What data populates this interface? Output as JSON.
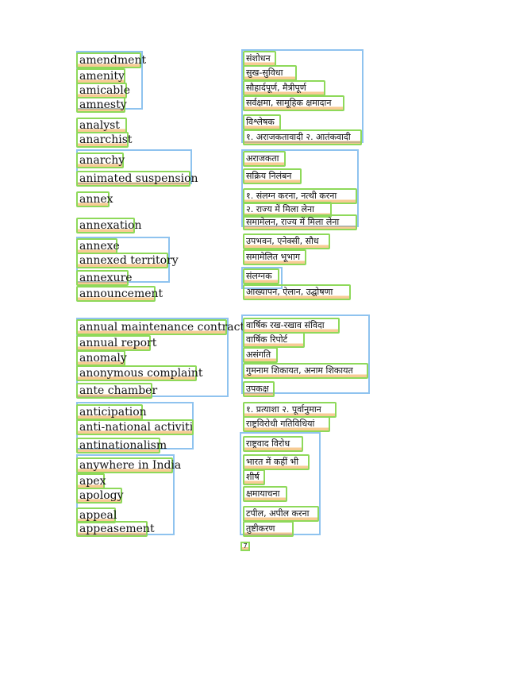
{
  "english": [
    "amendment",
    "amenity",
    "amicable",
    "amnesty",
    "analyst",
    "anarchist",
    "anarchy",
    "animated suspension",
    "annex",
    "annexation",
    "annexe",
    "annexed territory",
    "annexure",
    "announcement",
    "annual maintenance contract",
    "annual report",
    "anomaly",
    "anonymous complaint",
    "ante chamber",
    "anticipation",
    "anti-national activities",
    "antinationalism",
    "anywhere in India",
    "apex",
    "apology",
    "appeal",
    "appeasement"
  ],
  "hindi": [
    "संशोधन",
    "सुख-सुविधा",
    "सौहार्दपूर्ण, मैत्रीपूर्ण",
    "सर्वक्षमा, सामूहिक क्षमादान",
    "विश्लेषक",
    "१. अराजकतावादी २. आतंकवादी",
    "अराजकता",
    "सक्रिय निलंबन",
    "१. संलग्न करना, नत्थी करना",
    "२. राज्य में मिला लेना",
    "समामेलन, राज्य में मिला लेना",
    "उपभवन, एनेक्सी, सौध",
    "समामेलित भूभाग",
    "संलग्नक",
    "आख्यापन, ऐलान, उद्घोषणा",
    "वार्षिक रख-रखाव संविदा",
    "वार्षिक रिपोर्ट",
    "असंगति",
    "गुमनाम शिकायत, अनाम शिकायत",
    "उपकक्ष",
    "१. प्रत्याशा २. पूर्वानुमान",
    "राष्ट्रविरोधी गतिविधियां",
    "राष्ट्रवाद विरोध",
    "भारत में कहीं भी",
    "शीर्ष",
    "क्षमायाचना",
    "टपील, अपील करना",
    "तुष्टीकरण"
  ],
  "page_number": "7"
}
